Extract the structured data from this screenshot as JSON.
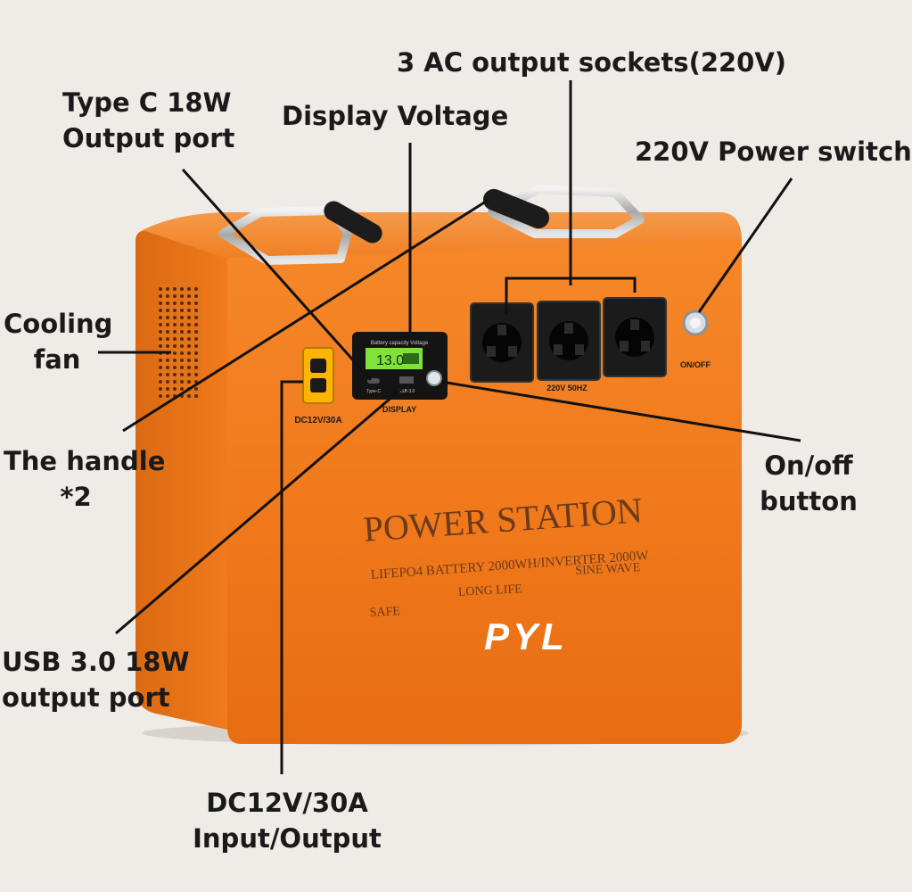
{
  "product": {
    "lcd_header": "Battery capacity Voltage",
    "lcd_value": "13.0",
    "type_c_label": "Type-C",
    "usb_label": "USB 3.0",
    "display_label": "DISPLAY",
    "dc_label": "DC12V/30A",
    "ac_label": "220V 50HZ",
    "switch_label": "ON/OFF",
    "title": "POWER STATION",
    "subtitle": "LIFEPO4 BATTERY  2000WH/INVERTER 2000W",
    "feature_safe": "SAFE",
    "feature_long_life": "LONG LIFE",
    "feature_sine_wave": "SINE WAVE",
    "brand": "PYL"
  },
  "callouts": {
    "ac_sockets": "3 AC output sockets(220V)",
    "type_c_l1": "Type C 18W",
    "type_c_l2": "Output port",
    "display_voltage": "Display Voltage",
    "power_switch": "220V Power switch",
    "cooling_l1": "Cooling",
    "cooling_l2": "fan",
    "handle_l1": "The handle",
    "handle_l2": "*2",
    "onoff_l1": "On/off",
    "onoff_l2": "button",
    "usb_l1": "USB 3.0 18W",
    "usb_l2": "output port",
    "dc_l1": "DC12V/30A",
    "dc_l2": "Input/Output"
  },
  "colors": {
    "background": "#efebe6",
    "body_orange": "#f07a1c",
    "text_brown": "#6b3a1c",
    "lcd_green": "#7ee23a"
  }
}
